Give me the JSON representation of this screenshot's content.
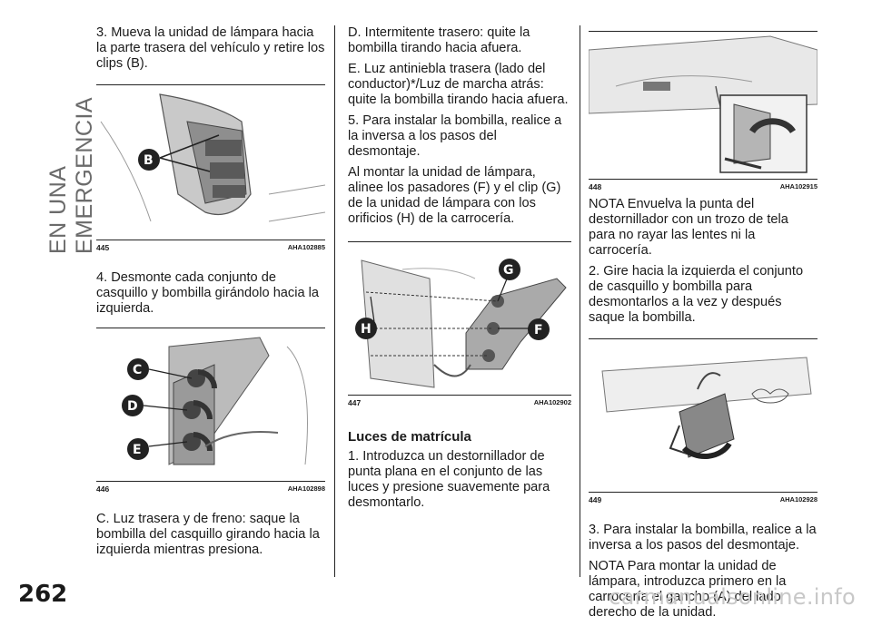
{
  "page": {
    "section_title": "EN UNA EMERGENCIA",
    "page_number": "262",
    "watermark": "carmanualsonline.info"
  },
  "col1": {
    "p1": "3. Mueva la unidad de lámpara hacia la parte trasera del vehículo y retire los clips (B).",
    "fig445": {
      "num": "445",
      "code": "AHA102885",
      "callouts": [
        "B"
      ]
    },
    "p2": "4. Desmonte cada conjunto de casquillo y bombilla girándolo hacia la izquierda.",
    "fig446": {
      "num": "446",
      "code": "AHA102898",
      "callouts": [
        "C",
        "D",
        "E"
      ]
    },
    "p3": "C. Luz trasera y de freno: saque la bombilla del casquillo girando hacia la izquierda mientras presiona."
  },
  "col2": {
    "p1": "D. Intermitente trasero: quite la bombilla tirando hacia afuera.",
    "p2": "E. Luz antiniebla trasera (lado del conductor)*/Luz de marcha atrás: quite la bombilla tirando hacia afuera.",
    "p3": "5. Para instalar la bombilla, realice a la inversa a los pasos del desmontaje.",
    "p4": "Al montar la unidad de lámpara, alinee los pasadores (F) y el clip (G) de la unidad de lámpara con los orificios (H) de la carrocería.",
    "fig447": {
      "num": "447",
      "code": "AHA102902",
      "callouts": [
        "G",
        "H",
        "F"
      ]
    },
    "heading": "Luces de matrícula",
    "p5": "1. Introduzca un destornillador de punta plana en el conjunto de las luces y presione suavemente para desmontarlo."
  },
  "col3": {
    "fig448": {
      "num": "448",
      "code": "AHA102915"
    },
    "p1": "NOTA  Envuelva la punta del destornillador con un trozo de tela para no rayar las lentes ni la carrocería.",
    "p2": "2. Gire hacia la izquierda el conjunto de casquillo y bombilla para desmontarlos a la vez y después saque la bombilla.",
    "fig449": {
      "num": "449",
      "code": "AHA102928"
    },
    "p3": "3. Para instalar la bombilla, realice a la inversa a los pasos del desmontaje.",
    "p4": "NOTA  Para montar la unidad de lámpara, introduzca primero en la carrocería el gancho (A) del lado derecho de la unidad."
  }
}
